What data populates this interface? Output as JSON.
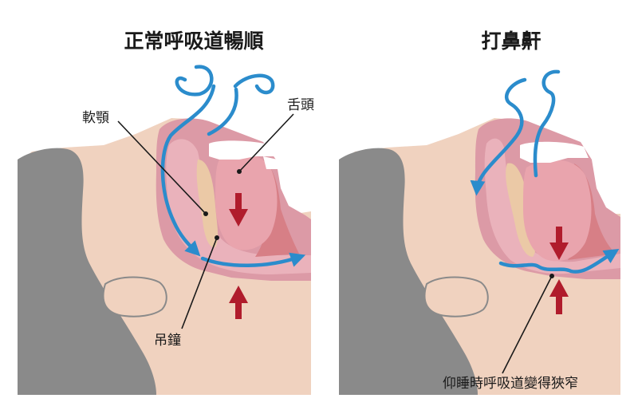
{
  "titles": {
    "left": "正常呼吸道暢順",
    "right": "打鼻鼾"
  },
  "labels": {
    "soft_palate": "軟顎",
    "tongue": "舌頭",
    "uvula": "吊鐘",
    "narrowed_airway": "仰睡時呼吸道變得狹窄"
  },
  "colors": {
    "skin": "#f0d2bf",
    "pillow": "#8a8a8a",
    "airway_tissue": "#dc9aa6",
    "airway_inner": "#eab2bb",
    "tongue": "#e9a4ad",
    "tongue_back": "#d77f86",
    "teeth": "#ffffff",
    "soft_palate": "#ebc9a6",
    "airflow": "#2b8ccc",
    "pressure_arrow": "#b01c2c",
    "text": "#1a1a1a"
  },
  "icons": [
    "airflow-arrow",
    "pressure-arrow-down",
    "pressure-arrow-up"
  ]
}
